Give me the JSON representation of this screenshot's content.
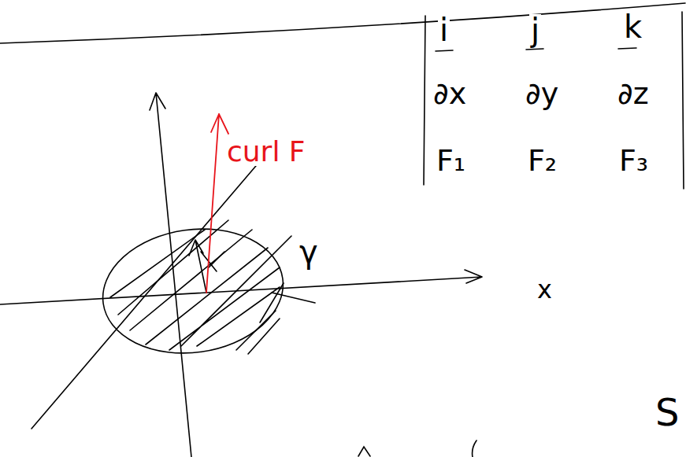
{
  "diagram": {
    "labels": [
      "curl F",
      "i",
      "j",
      "k",
      "∂x",
      "∂y",
      "∂z",
      "F₁",
      "F₂",
      "F₃",
      "γ",
      "x",
      "S"
    ]
  }
}
